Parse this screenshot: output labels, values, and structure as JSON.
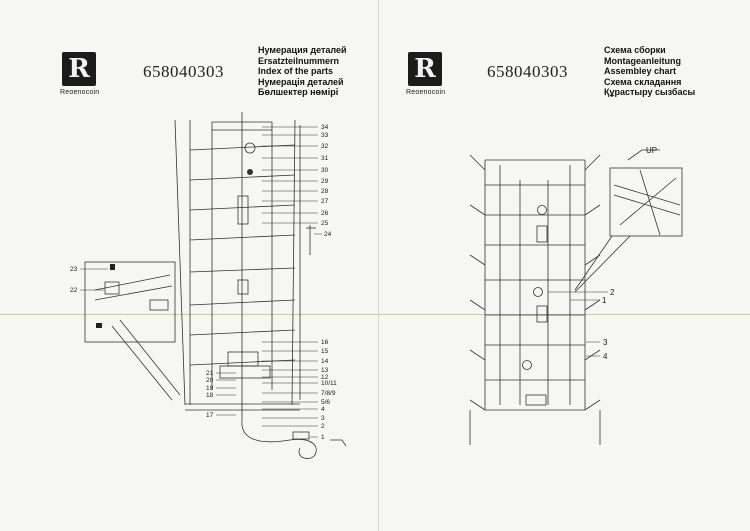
{
  "left_page": {
    "logo_text": "Reoenocoin",
    "product_code": "658040303",
    "titles": [
      "Нумерация деталей",
      "Ersatzteilnummern",
      "Index of the parts",
      "Нумерація деталей",
      "Бөлшектер нөмірі"
    ],
    "part_numbers_right": [
      "34",
      "33",
      "32",
      "31",
      "30",
      "29",
      "28",
      "27",
      "26",
      "25",
      "24",
      "16",
      "15",
      "14",
      "13",
      "12",
      "10/11",
      "7/8/9",
      "5/6",
      "4",
      "3",
      "2",
      "1"
    ],
    "part_numbers_left": [
      "23",
      "22",
      "21",
      "20",
      "19",
      "18",
      "17"
    ]
  },
  "right_page": {
    "logo_text": "Reoenocoin",
    "product_code": "658040303",
    "titles": [
      "Схема сборки",
      "Montageanleitung",
      "Assembley chart",
      "Схема складання",
      "Құрастыру сызбасы"
    ],
    "detail_label": "UP",
    "callouts": [
      "2",
      "1",
      "3",
      "4"
    ]
  }
}
